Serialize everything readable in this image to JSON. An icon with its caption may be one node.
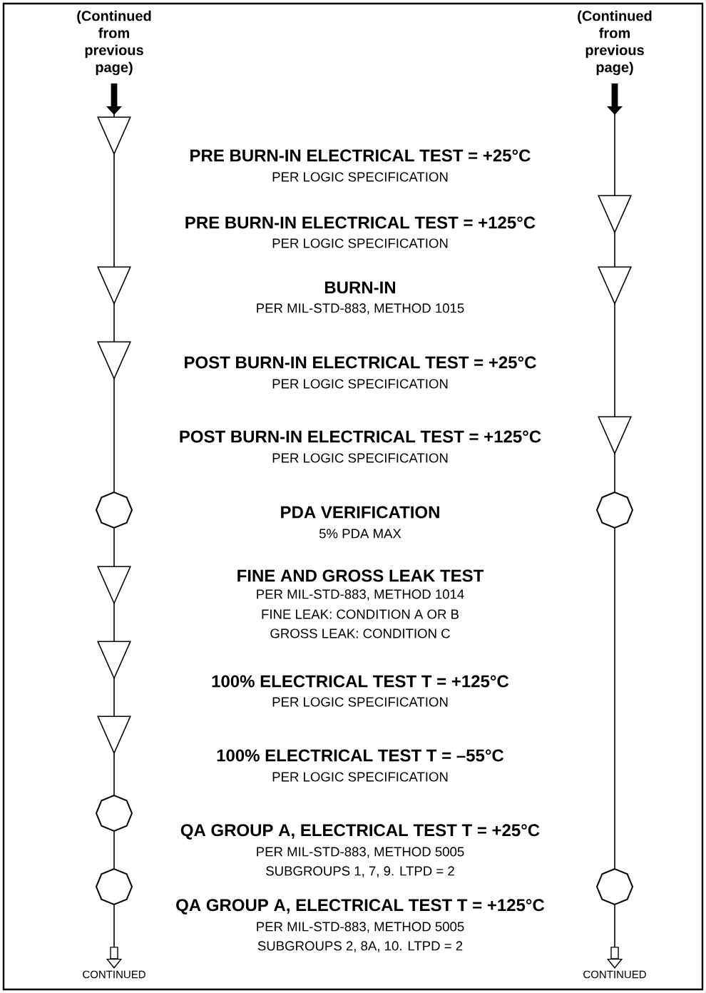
{
  "diagram": {
    "nodes": [
      {
        "text": [
          "(Continued from previous page)"
        ]
      },
      {
        "text": [],
        "shape": "triangle"
      },
      {
        "text": [],
        "shape": "triangle"
      },
      {
        "text": [],
        "shape": "triangle"
      },
      {
        "text": [],
        "shape": "octagon"
      },
      {
        "text": [],
        "shape": "triangle"
      },
      {
        "text": [],
        "shape": "triangle"
      },
      {
        "text": [],
        "shape": "triangle"
      },
      {
        "text": [],
        "shape": "octagon"
      },
      {
        "text": [],
        "shape": "octagon"
      },
      {
        "text": [
          "CONTINUED"
        ]
      },
      {
        "text": [
          "(Continued from previous page)"
        ]
      },
      {
        "text": [],
        "shape": "triangle"
      },
      {
        "text": [],
        "shape": "triangle"
      },
      {
        "text": [],
        "shape": "triangle"
      },
      {
        "text": [],
        "shape": "octagon"
      },
      {
        "text": [],
        "shape": "octagon"
      },
      {
        "text": [
          "CONTINUED"
        ]
      }
    ],
    "edges": [
      {
        "from": 0,
        "to": 1,
        "arrow": "to"
      },
      {
        "from": 1,
        "to": 2,
        "arrow": "none"
      },
      {
        "from": 2,
        "to": 3,
        "arrow": "none"
      },
      {
        "from": 3,
        "to": 4,
        "arrow": "none"
      },
      {
        "from": 4,
        "to": 5,
        "arrow": "none"
      },
      {
        "from": 5,
        "to": 6,
        "arrow": "none"
      },
      {
        "from": 6,
        "to": 7,
        "arrow": "none"
      },
      {
        "from": 7,
        "to": 8,
        "arrow": "none"
      },
      {
        "from": 8,
        "to": 9,
        "arrow": "none"
      },
      {
        "from": 9,
        "to": 10,
        "arrow": "to"
      },
      {
        "from": 11,
        "to": 12,
        "arrow": "to"
      },
      {
        "from": 12,
        "to": 13,
        "arrow": "none"
      },
      {
        "from": 13,
        "to": 14,
        "arrow": "none"
      },
      {
        "from": 14,
        "to": 15,
        "arrow": "none"
      },
      {
        "from": 15,
        "to": 16,
        "arrow": "none"
      },
      {
        "from": 16,
        "to": 17,
        "arrow": "to"
      }
    ],
    "labels": [
      "PRE BURN-IN ELECTRICAL TEST = +25°C",
      "PER LOGIC SPECIFICATION",
      "PRE BURN-IN ELECTRICAL TEST = +125°C",
      "PER LOGIC SPECIFICATION",
      "BURN-IN",
      "PER MIL-STD-883, METHOD 1015",
      "POST BURN-IN ELECTRICAL TEST = +25°C",
      "PER LOGIC SPECIFICATION",
      "POST BURN-IN ELECTRICAL TEST = +125°C",
      "PER LOGIC SPECIFICATION",
      "PDA VERIFICATION",
      "5% PDA MAX",
      "FINE AND GROSS LEAK TEST",
      "PER MIL-STD-883, METHOD 1014",
      "FINE LEAK: CONDITION A OR B",
      "GROSS LEAK: CONDITION C",
      "100% ELECTRICAL TEST T = +125°C",
      "PER LOGIC SPECIFICATION",
      "100% ELECTRICAL TEST T = –55°C",
      "PER LOGIC SPECIFICATION",
      "QA GROUP A, ELECTRICAL TEST T = +25°C",
      "PER MIL-STD-883, METHOD 5005",
      "SUBGROUPS 1, 7, 9. LTPD = 2",
      "QA GROUP A, ELECTRICAL TEST T = +125°C",
      "PER MIL-STD-883, METHOD 5005",
      "SUBGROUPS 2, 8A, 10. LTPD = 2"
    ]
  }
}
